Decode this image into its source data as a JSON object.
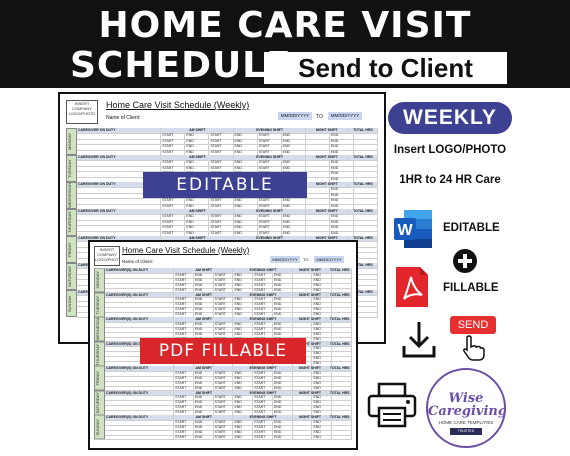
{
  "banner": {
    "line1": "HOME CARE VISIT",
    "line2": "SCHEDULE",
    "pill": "Send to Client"
  },
  "doc_top": {
    "title": "Home Care Visit Schedule (Weekly)",
    "logo_text": "INSERT COMPANY LOGO/PHOTO",
    "client_label": "Name of Client:",
    "date_from": "MM/DD/YYYY",
    "to_label": "TO",
    "date_to": "MM/DD/YYYY",
    "header": [
      "CAREGIVER ON DUTY",
      "AM SHIFT",
      "EVENING SHIFT",
      "NIGHT SHIFT",
      "TOTAL HRS"
    ],
    "start": "START",
    "end": "END",
    "days": [
      "MONDAY",
      "TUESDAY",
      "WEDNESDAY",
      "THURSDAY",
      "FRIDAY",
      "SATURDAY",
      "SUNDAY"
    ]
  },
  "doc_bottom": {
    "title": "Home Care Visit Schedule (Weekly)",
    "logo_text": "INSERT COMPANY LOGO/PHOTO",
    "client_label": "Name of Client:",
    "date_from": "MM/DD/YYYY",
    "to_label": "TO",
    "date_to": "MM/DD/YYYY",
    "header": [
      "CAREGIVER(S) ON DUTY",
      "AM SHIFT",
      "EVENING SHIFT",
      "NIGHT SHIFT",
      "TOTAL HRS"
    ],
    "start": "START",
    "end": "END",
    "days": [
      "MONDAY",
      "TUESDAY",
      "WEDNESDAY",
      "THURSDAY",
      "FRIDAY",
      "SATURDAY",
      "SUNDAY"
    ]
  },
  "overlays": {
    "editable": "EDITABLE",
    "pdf_fillable": "PDF FILLABLE"
  },
  "features": {
    "weekly": "WEEKLY",
    "insert_logo": "Insert LOGO/PHOTO",
    "hours": "1HR to 24 HR Care",
    "editable": "EDITABLE",
    "fillable": "FILLABLE",
    "send": "SEND"
  },
  "brand": {
    "name_line1": "Wise",
    "name_line2": "Caregiving",
    "tagline": "HOME CARE TEMPLATES",
    "badge": "TRUSTED"
  },
  "colors": {
    "banner_bg": "#111111",
    "accent_blue": "#3e4091",
    "accent_red": "#d9262b",
    "header_fill": "#d5dcec",
    "day_fill": "#cfe3c0",
    "brand_purple": "#6b4fa5"
  },
  "icons": [
    "word-icon",
    "plus-icon",
    "pdf-icon",
    "download-icon",
    "hand-pointer-icon",
    "printer-icon"
  ]
}
